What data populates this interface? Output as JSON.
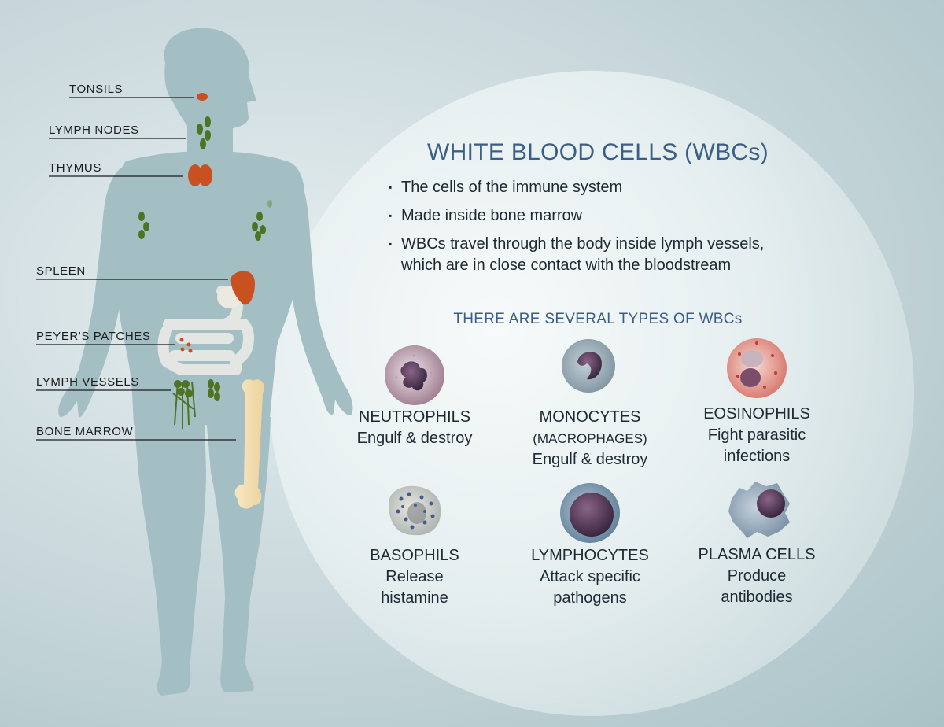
{
  "organs": {
    "tonsils": "TONSILS",
    "lymph_nodes": "LYMPH NODES",
    "thymus": "THYMUS",
    "spleen": "SPLEEN",
    "peyers_patches": "PEYER'S PATCHES",
    "lymph_vessels": "LYMPH VESSELS",
    "bone_marrow": "BONE MARROW"
  },
  "panel": {
    "title": "WHITE BLOOD CELLS (WBCs)",
    "bullets": [
      "The cells of the immune system",
      "Made inside bone marrow",
      "WBCs travel through the body inside lymph vessels, which are in close contact with the bloodstream"
    ],
    "subtitle": "THERE ARE SEVERAL TYPES OF WBCs"
  },
  "cells": [
    {
      "name": "NEUTROPHILS",
      "desc1": "Engulf & destroy",
      "desc2": ""
    },
    {
      "name": "MONOCYTES",
      "alt": "(MACROPHAGES)",
      "desc1": "Engulf & destroy",
      "desc2": ""
    },
    {
      "name": "EOSINOPHILS",
      "desc1": "Fight parasitic",
      "desc2": "infections"
    },
    {
      "name": "BASOPHILS",
      "desc1": "Release",
      "desc2": "histamine"
    },
    {
      "name": "LYMPHOCYTES",
      "desc1": "Attack specific",
      "desc2": "pathogens"
    },
    {
      "name": "PLASMA CELLS",
      "desc1": "Produce",
      "desc2": "antibodies"
    }
  ],
  "colors": {
    "title": "#3a5e85",
    "body": "#a4bfc4",
    "organ": "#c9501f",
    "node": "#4d7423",
    "bone": "#f3ddb0"
  }
}
